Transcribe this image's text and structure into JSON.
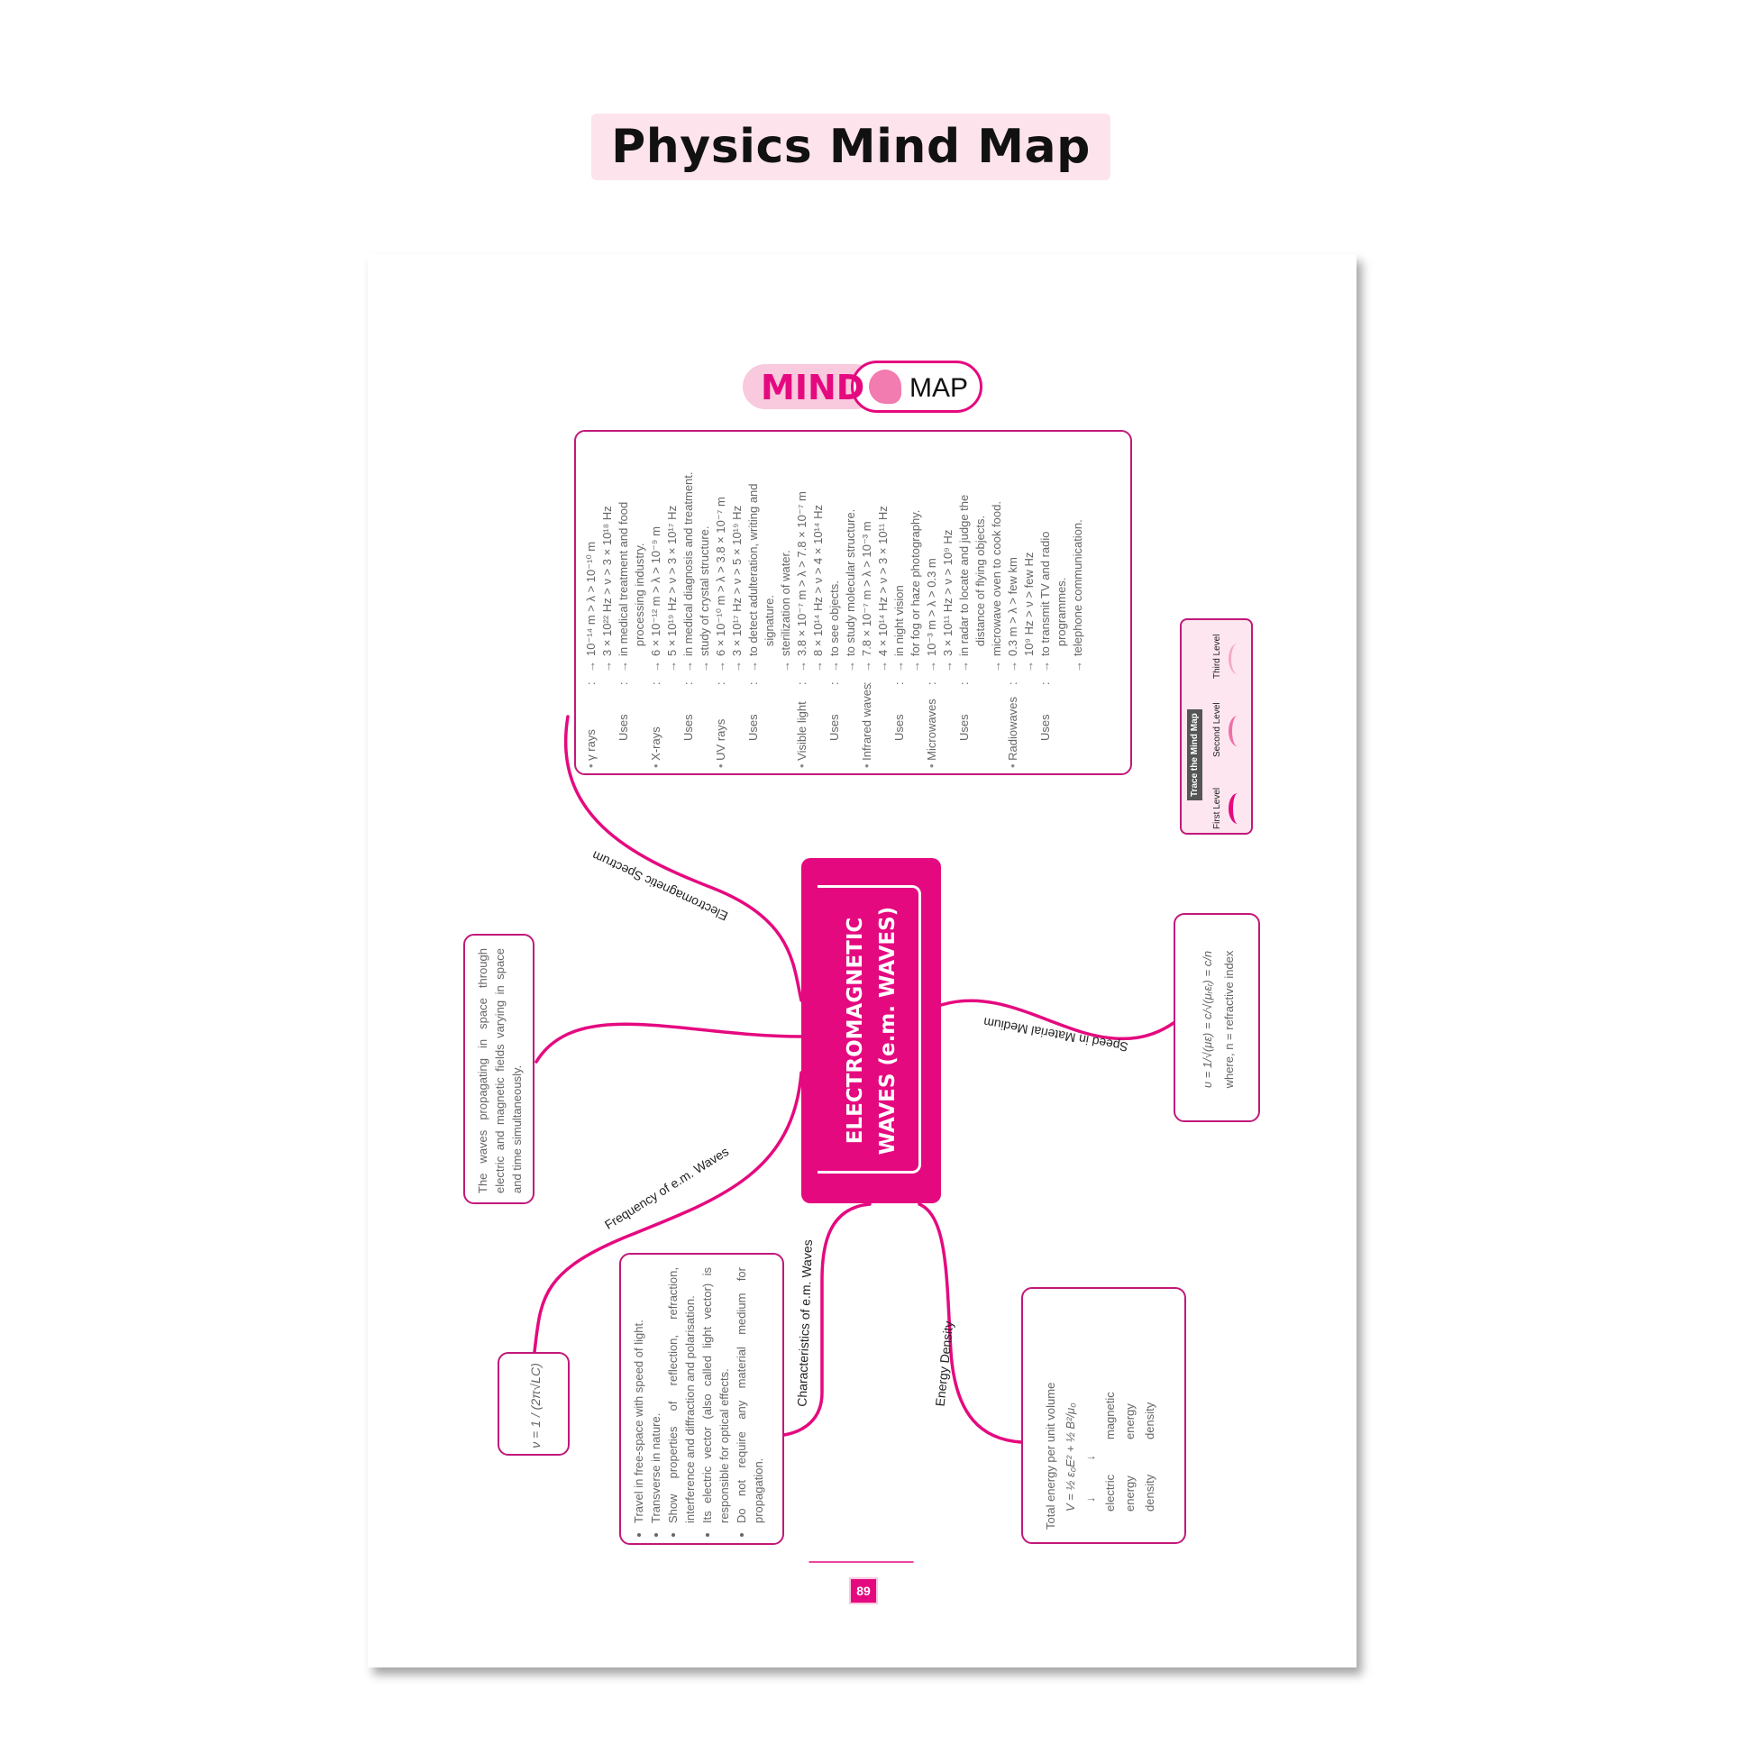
{
  "title": "Physics Mind Map",
  "logo": {
    "mind": "MIND",
    "map": "MAP"
  },
  "center": {
    "line1": "ELECTROMAGNETIC",
    "line2": "WAVES (e.m. WAVES)"
  },
  "branches": {
    "spectrum": "Electromagnetic Spectrum",
    "frequency": "Frequency of e.m. Waves",
    "characteristics": "Characteristics of e.m. Waves",
    "energy": "Energy Density",
    "speed": "Speed in Material Medium"
  },
  "spectrum": [
    {
      "name": "γ rays",
      "props": [
        "10⁻¹⁴ m > λ > 10⁻¹⁰ m",
        "3 × 10²² Hz > ν > 3 × 10¹⁸ Hz"
      ],
      "uses": [
        "in medical treatment and food",
        "   processing industry."
      ]
    },
    {
      "name": "X-rays",
      "props": [
        "6 × 10⁻¹² m > λ > 10⁻⁹ m",
        "5 × 10¹⁹ Hz > ν > 3 × 10¹⁷ Hz"
      ],
      "uses": [
        "in medical diagnosis and treatment.",
        "study of crystal structure."
      ]
    },
    {
      "name": "UV rays",
      "props": [
        "6 × 10⁻¹⁰ m > λ > 3.8 × 10⁻⁷ m",
        "3 × 10¹⁷ Hz > ν > 5 × 10¹⁹ Hz"
      ],
      "uses": [
        "to detect adulteration, writing and",
        "   signature.",
        "sterilization of water."
      ]
    },
    {
      "name": "Visible light",
      "props": [
        "3.8 × 10⁻⁷ m > λ > 7.8 × 10⁻⁷ m",
        "8 × 10¹⁴ Hz > ν > 4 × 10¹⁴ Hz"
      ],
      "uses": [
        "to see objects.",
        "to study molecular structure."
      ]
    },
    {
      "name": "Infrared waves",
      "props": [
        "7.8 × 10⁻⁷ m > λ > 10⁻³ m",
        "4 × 10¹⁴ Hz > ν > 3 × 10¹¹ Hz"
      ],
      "uses": [
        "in night vision",
        "for fog or haze photography."
      ]
    },
    {
      "name": "Microwaves",
      "props": [
        "10⁻³ m > λ > 0.3 m",
        "3 × 10¹¹ Hz > ν > 10⁹ Hz"
      ],
      "uses": [
        "in radar to locate and judge the",
        "   distance of flying objects.",
        "microwave oven to cook food."
      ]
    },
    {
      "name": "Radiowaves",
      "props": [
        "0.3 m > λ > few km",
        "10⁹ Hz > ν > few Hz"
      ],
      "uses": [
        "to transmit TV and radio",
        "   programmes.",
        "telephone communication."
      ]
    }
  ],
  "uses_label": "Uses",
  "legend": {
    "title": "Trace the Mind Map",
    "levels": [
      "First Level",
      "Second Level",
      "Third Level"
    ]
  },
  "speed": {
    "formula": "υ = 1/√(με) = c/√(μᵣεᵣ) = c/n",
    "note": "where, n = refractive index"
  },
  "definition": "The waves propagating in space through electric and magnetic fields varying in space and time simultaneously.",
  "frequency_formula": "ν = 1 / (2π√LC)",
  "characteristics": [
    "Travel in free-space with speed of light.",
    "Transverse in nature.",
    "Show properties of reflection, refraction, interference and diffraction and polarisation.",
    "Its electric vector (also called light vector) is responsible for optical effects.",
    "Do not require any material medium for propagation."
  ],
  "energy": {
    "heading": "Total energy per unit volume",
    "formula": "V = ½ ε₀E² + ½ B²/μ₀",
    "electric": "electric energy density",
    "magnetic": "magnetic energy density"
  },
  "page_number": "89",
  "colors": {
    "accent": "#e5097f",
    "border": "#c2187a",
    "title_bg": "#fde3ec"
  }
}
